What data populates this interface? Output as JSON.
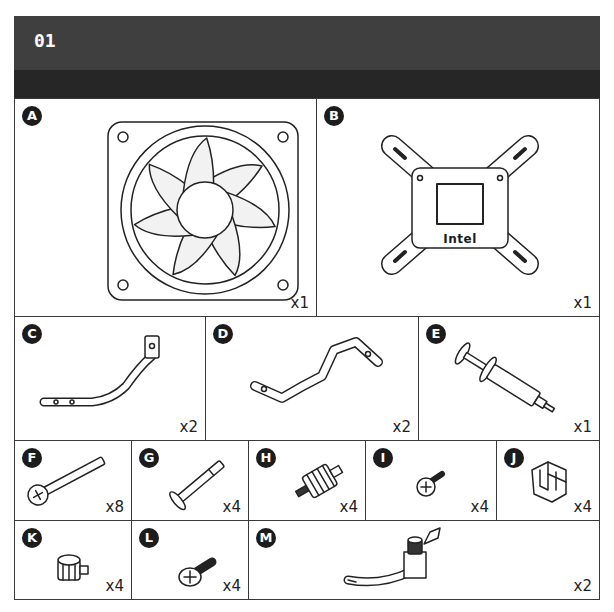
{
  "diagram": {
    "title": "01",
    "nodes": [
      {
        "text": [
          "A",
          "x1"
        ]
      },
      {
        "text": [
          "B",
          "x1"
        ]
      },
      {
        "text": [
          "C",
          "x2"
        ]
      },
      {
        "text": [
          "D",
          "x2"
        ]
      },
      {
        "text": [
          "E",
          "x1"
        ]
      },
      {
        "text": [
          "F",
          "x8"
        ]
      },
      {
        "text": [
          "G",
          "x4"
        ]
      },
      {
        "text": [
          "H",
          "x4"
        ]
      },
      {
        "text": [
          "I",
          "x4"
        ]
      },
      {
        "text": [
          "J",
          "x4"
        ]
      },
      {
        "text": [
          "K",
          "x4"
        ]
      },
      {
        "text": [
          "L",
          "x4"
        ]
      },
      {
        "text": [
          "M",
          "x2"
        ]
      }
    ],
    "labels": [
      "Intel"
    ]
  }
}
